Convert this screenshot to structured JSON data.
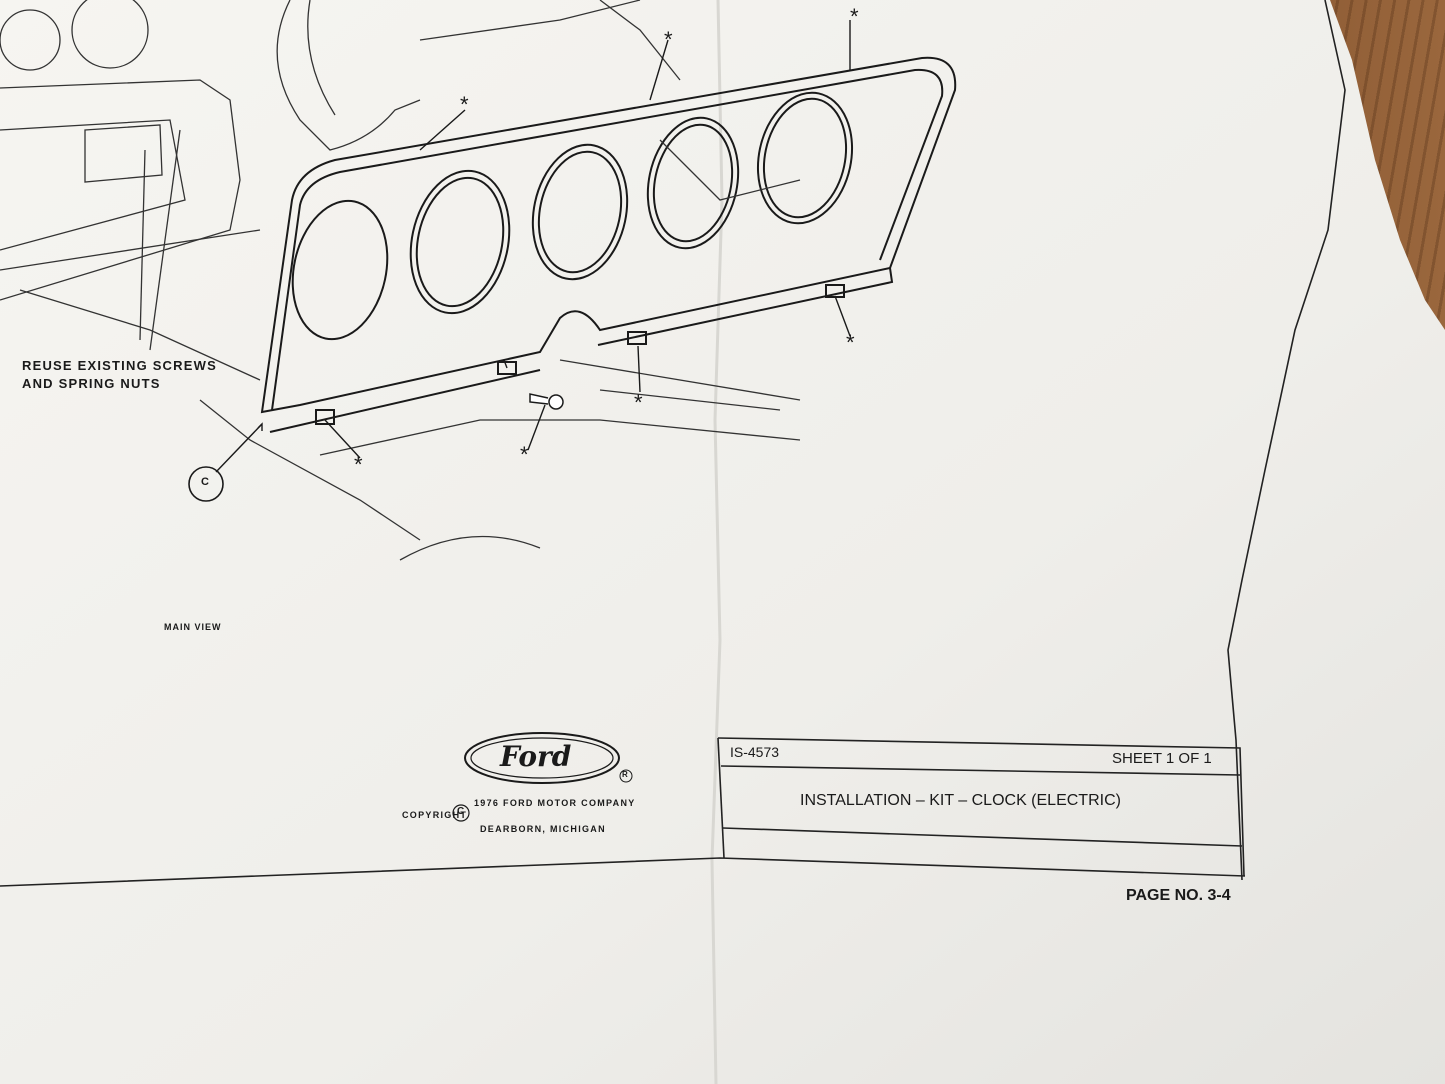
{
  "callouts": {
    "reuse_line1": "REUSE EXISTING SCREWS",
    "reuse_line2": "AND SPRING NUTS",
    "detail_letter": "C",
    "asterisk": "*"
  },
  "view_label": "MAIN VIEW",
  "logo": {
    "brand": "Ford"
  },
  "copyright": {
    "line1_prefix": "COPYRIGHT",
    "symbol": "C",
    "line1_suffix": "1976 FORD MOTOR COMPANY",
    "line2": "DEARBORN, MICHIGAN",
    "registered": "R"
  },
  "title_block": {
    "doc_number": "IS-4573",
    "sheet": "SHEET 1 OF 1",
    "title": "INSTALLATION – KIT – CLOCK (ELECTRIC)"
  },
  "page_number": "PAGE NO. 3-4",
  "colors": {
    "paper": "#f3f2ee",
    "ink": "#1a1a1a",
    "wood": "#8a5a35"
  }
}
